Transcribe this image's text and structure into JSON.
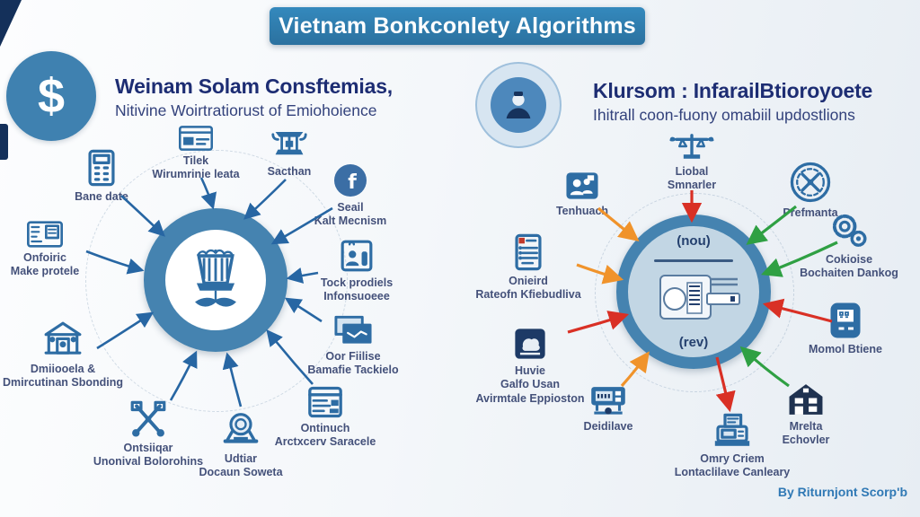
{
  "banner": {
    "title": "Vietnam Bonkconlety Algorithms"
  },
  "left": {
    "heading": "Weinam Solam Consftemias,",
    "subheading": "Nitivine Woirtratiorust of Emiohoience",
    "icons": {
      "dollar_symbol": "$",
      "facebook_f": "f"
    },
    "spokes": [
      {
        "icon": "calculator-icon",
        "lines": [
          "Bane date"
        ]
      },
      {
        "icon": "card-icon",
        "lines": [
          "Tilek",
          "Wirumrinie leata"
        ]
      },
      {
        "icon": "bank-fountain-icon",
        "lines": [
          "Sacthan"
        ]
      },
      {
        "icon": "facebook-icon",
        "lines": [
          "Seail",
          "Kalt Mecnism"
        ]
      },
      {
        "icon": "id-card-icon",
        "lines": [
          "Onfoiric",
          "Make protele"
        ]
      },
      {
        "icon": "people-photo-icon",
        "lines": [
          "Tock prodiels",
          "Infonsuoeee"
        ]
      },
      {
        "icon": "screens-icon",
        "lines": [
          "Oor Fiilise",
          "Bamafie Tackielo"
        ]
      },
      {
        "icon": "house-bank-icon",
        "lines": [
          "Dmiiooela &",
          "Dmircutinan Sbonding"
        ]
      },
      {
        "icon": "crossed-keys-icon",
        "lines": [
          "Ontsiiqar",
          "Unonival Bolorohins"
        ]
      },
      {
        "icon": "badge-icon",
        "lines": [
          "Udtiar",
          "Docaun Soweta"
        ]
      },
      {
        "icon": "browser-icon",
        "lines": [
          "Ontinuch",
          "Arctxcerv Saracele"
        ]
      }
    ]
  },
  "right": {
    "heading": "Klursom : InfarailBtioroyoete",
    "subheading": "Ihitrall coon-fuony omabiil updostlions",
    "hub": {
      "top_label": "(nou)",
      "bottom_label": "(rev)"
    },
    "spokes": [
      {
        "icon": "scales-icon",
        "lines": [
          "Liobal",
          "Smnarler"
        ]
      },
      {
        "icon": "people-group-icon",
        "lines": [
          "Tenhuach"
        ]
      },
      {
        "icon": "round-emblem-icon",
        "lines": [
          "Prefmanta"
        ]
      },
      {
        "icon": "document-icon",
        "lines": [
          "Onieird",
          "Rateofn Kfiebudliva"
        ]
      },
      {
        "icon": "gears-icon",
        "lines": [
          "Cokioise",
          "Bochaiten Dankog"
        ]
      },
      {
        "icon": "phone-icon",
        "lines": [
          "Momol Btiene"
        ]
      },
      {
        "icon": "stamp-icon",
        "lines": [
          "Huvie",
          "Galfo Usan",
          "Avirmtale Eppioston"
        ]
      },
      {
        "icon": "calculator-icon",
        "lines": [
          "Deidilave"
        ]
      },
      {
        "icon": "house-icon",
        "lines": [
          "Mrelta",
          "Echovler"
        ]
      },
      {
        "icon": "printer-icon",
        "lines": [
          "Omry Criem",
          "Lontaclilave Canleary"
        ]
      }
    ]
  },
  "credit": "By Riturnjont Scorp'b",
  "colors": {
    "banner_blue": "#2f7fb2",
    "heading_navy": "#1d2d73",
    "icon_blue": "#2e6da4",
    "hub_ring": "#4583b0",
    "arrow_red": "#d93025",
    "arrow_green": "#2fa043",
    "arrow_orange": "#f0932b",
    "arrow_blue": "#2766a3"
  }
}
